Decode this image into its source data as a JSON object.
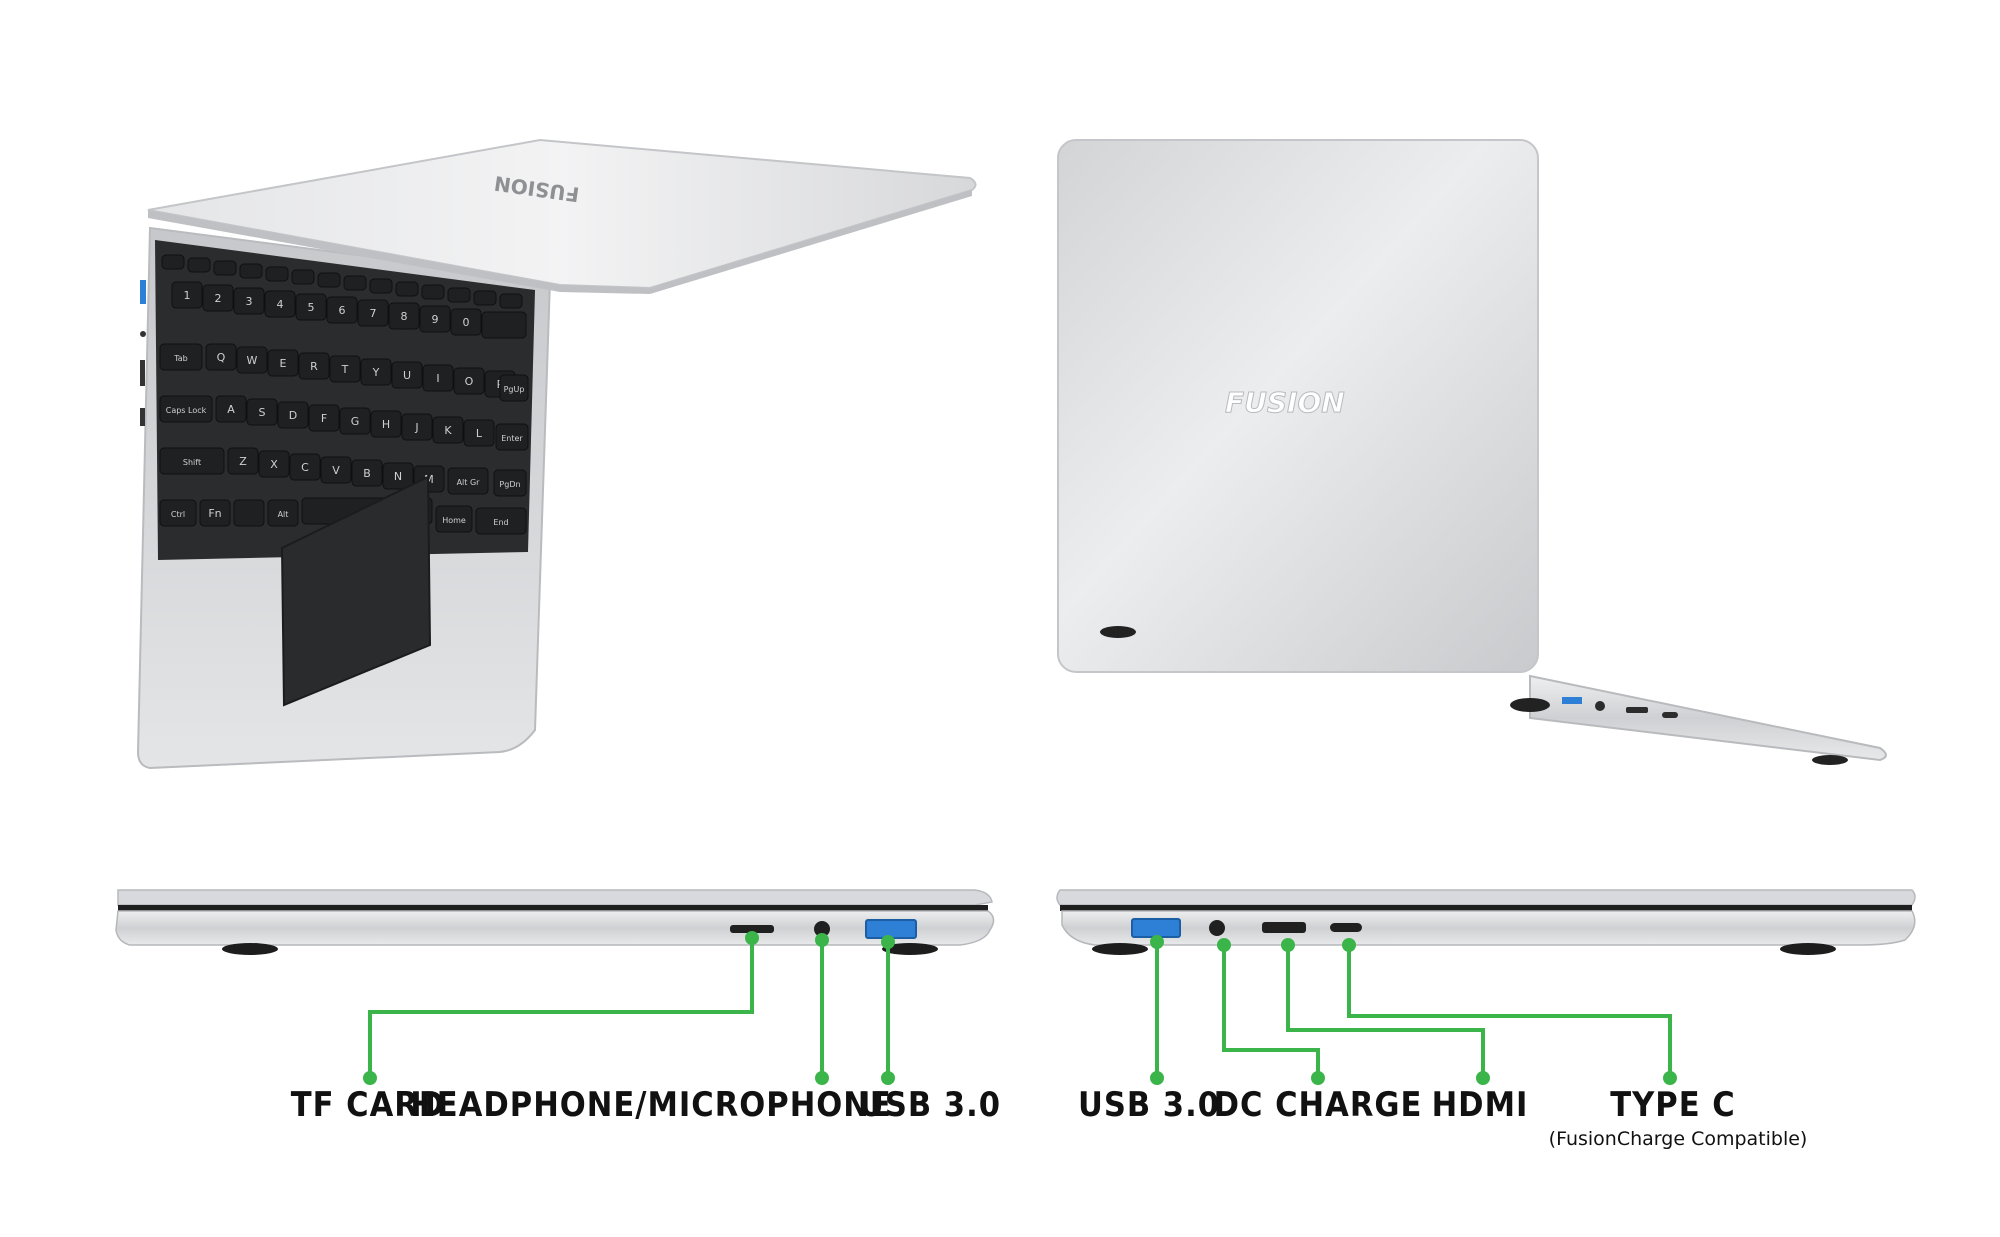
{
  "brand": {
    "logo_text": "FUSION"
  },
  "keyboard_keys": {
    "tab": "Tab",
    "caps": "Caps Lock",
    "shift": "Shift",
    "ctrl": "Ctrl",
    "fn": "Fn",
    "alt": "Alt",
    "enter": "Enter",
    "altgr": "Alt Gr",
    "home": "Home",
    "pgup": "PgUp",
    "pgdn": "PgDn",
    "end": "End",
    "row_q": [
      "Q",
      "W",
      "E",
      "R",
      "T",
      "Y",
      "U",
      "I",
      "O",
      "P"
    ],
    "row_a": [
      "A",
      "S",
      "D",
      "F",
      "G",
      "H",
      "J",
      "K",
      "L"
    ],
    "row_z": [
      "Z",
      "X",
      "C",
      "V",
      "B",
      "N",
      "M"
    ],
    "row_num": [
      "1",
      "2",
      "3",
      "4",
      "5",
      "6",
      "7",
      "8",
      "9",
      "0"
    ]
  },
  "ports_left": {
    "items": [
      {
        "label": "TF CARD"
      },
      {
        "label": "HEADPHONE/MICROPHONE"
      },
      {
        "label": "USB 3.0"
      }
    ]
  },
  "ports_right": {
    "items": [
      {
        "label": "USB 3.0"
      },
      {
        "label": "DC CHARGE"
      },
      {
        "label": "HDMI"
      },
      {
        "label": "TYPE C",
        "note": "(FusionCharge Compatible)"
      }
    ]
  },
  "colors": {
    "leader_line": "#3bb54a",
    "silver": "#d9dbde",
    "keys": "#1f2022",
    "usb_blue": "#2e7fd6"
  }
}
